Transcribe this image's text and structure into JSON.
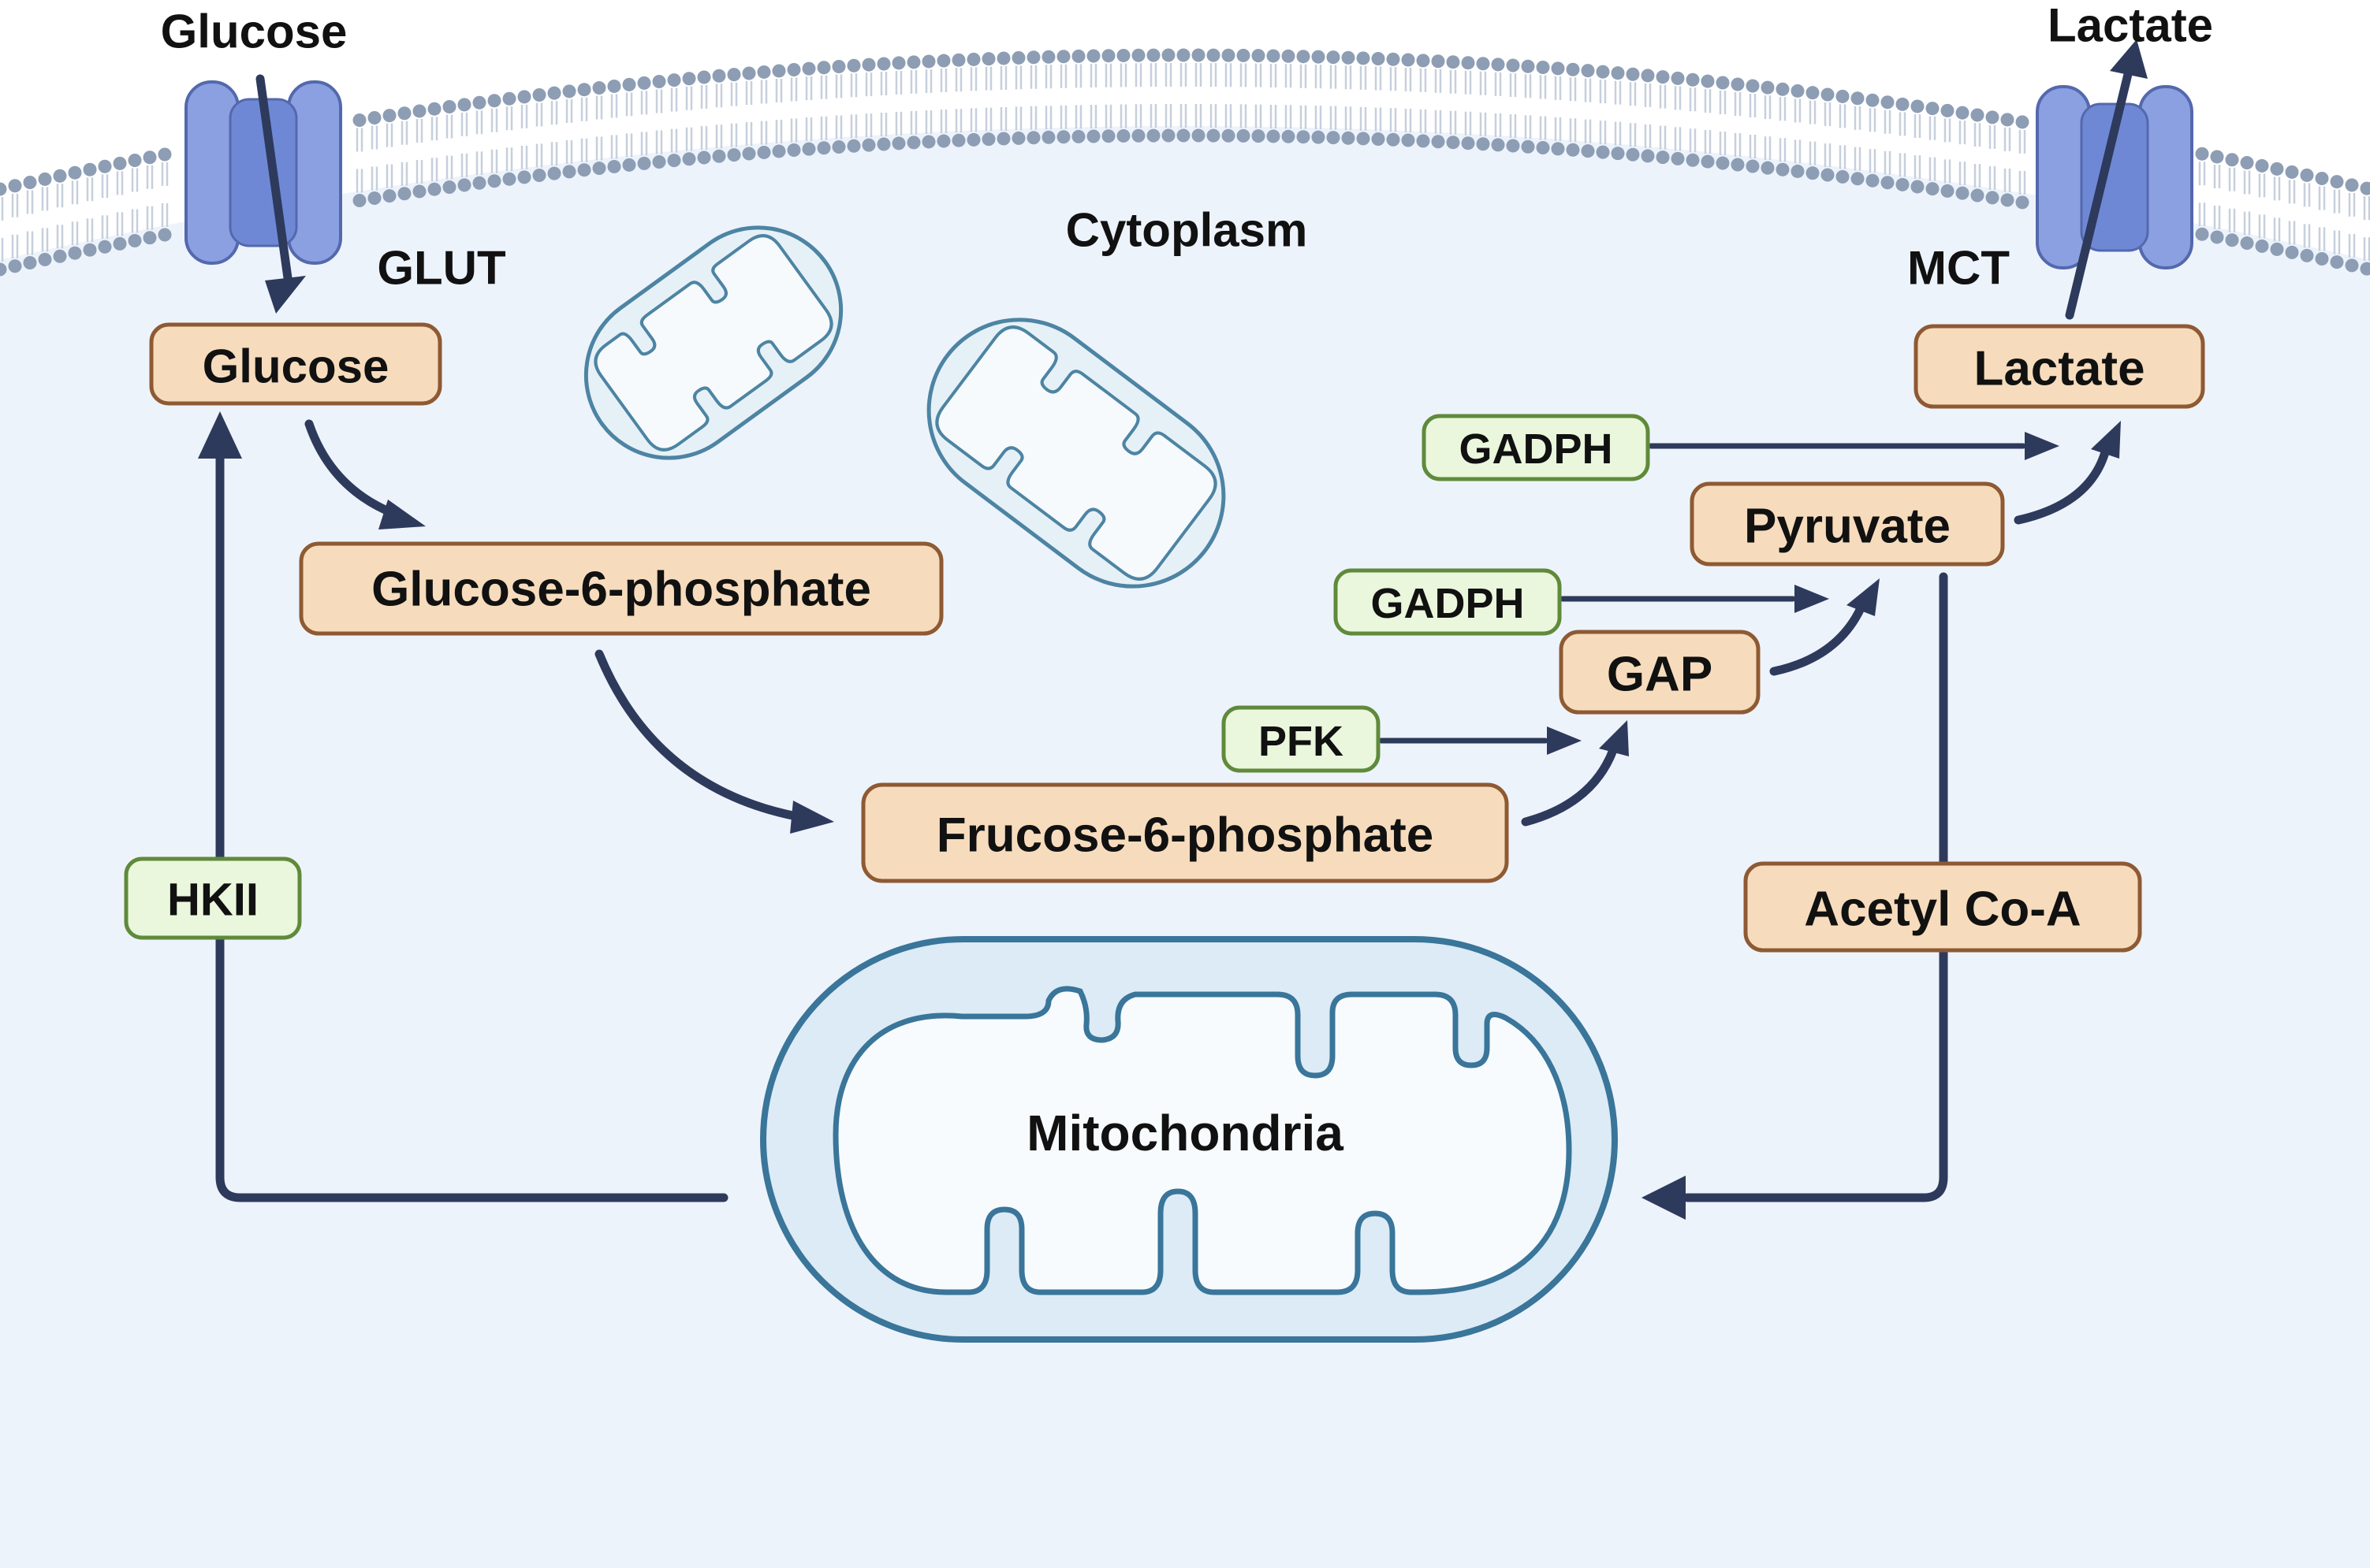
{
  "labels": {
    "glucose_outside": "Glucose",
    "lactate_outside": "Lactate",
    "glut": "GLUT",
    "mct": "MCT",
    "cytoplasm": "Cytoplasm",
    "mitochondria": "Mitochondria"
  },
  "metabolites": {
    "glucose": "Glucose",
    "g6p": "Glucose-6-phosphate",
    "f6p": "Frucose-6-phosphate",
    "gap": "GAP",
    "pyruvate": "Pyruvate",
    "lactate": "Lactate",
    "acetyl_coa": "Acetyl Co-A"
  },
  "enzymes": {
    "hkii": "HKII",
    "pfk": "PFK",
    "gadph_1": "GADPH",
    "gadph_2": "GADPH"
  },
  "colors": {
    "cytoplasm_bg": "#edf3fb",
    "membrane_head": "#8d9db4",
    "arrow": "#2e3a5c",
    "metabolite_fill": "#f6dcbd",
    "metabolite_stroke": "#8e5a33",
    "enzyme_fill": "#eaf7dc",
    "enzyme_stroke": "#5f8a3b",
    "transporter": "#8aa0e0",
    "mitochondria_stroke": "#3a759a"
  }
}
